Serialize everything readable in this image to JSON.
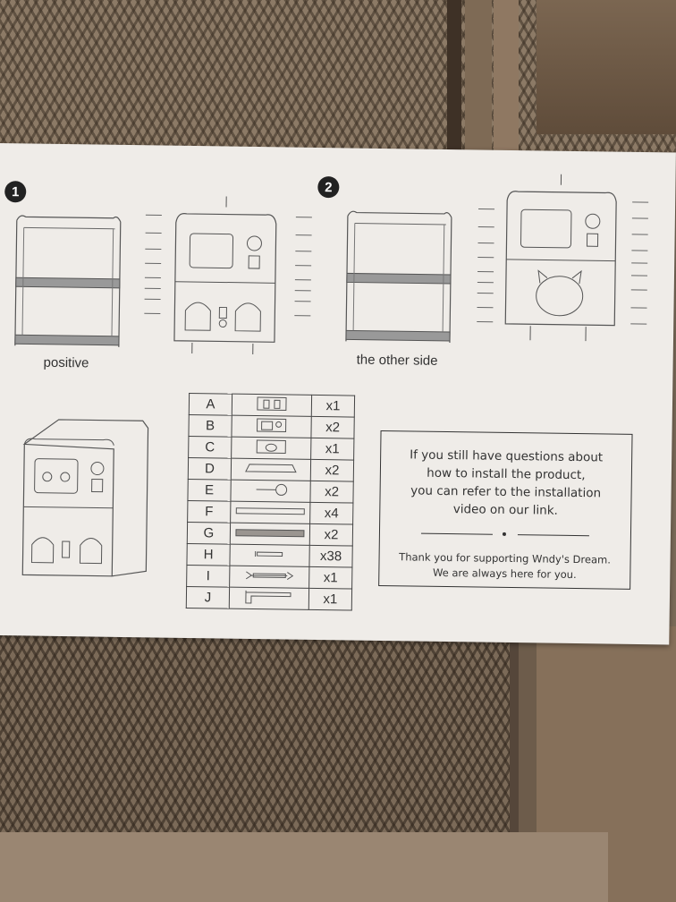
{
  "steps": [
    {
      "number": "1",
      "caption": "positive"
    },
    {
      "number": "2",
      "caption": "the other side"
    }
  ],
  "parts": [
    {
      "letter": "A",
      "icon": "panel-a-icon",
      "qty": "x1"
    },
    {
      "letter": "B",
      "icon": "panel-b-icon",
      "qty": "x2"
    },
    {
      "letter": "C",
      "icon": "panel-c-icon",
      "qty": "x1"
    },
    {
      "letter": "D",
      "icon": "top-rail-icon",
      "qty": "x2"
    },
    {
      "letter": "E",
      "icon": "knob-peg-icon",
      "qty": "x2"
    },
    {
      "letter": "F",
      "icon": "long-board-icon",
      "qty": "x4"
    },
    {
      "letter": "G",
      "icon": "shelf-board-icon",
      "qty": "x2"
    },
    {
      "letter": "H",
      "icon": "screw-icon",
      "qty": "x38"
    },
    {
      "letter": "I",
      "icon": "wrench-icon",
      "qty": "x1"
    },
    {
      "letter": "J",
      "icon": "allen-key-icon",
      "qty": "x1"
    }
  ],
  "info": {
    "question_lines": [
      "If you still have questions about",
      "how to install the product,",
      "you can refer to the installation",
      "video on our link."
    ],
    "thanks_lines": [
      "Thank you for supporting Wndy's Dream.",
      "We are always here for you."
    ]
  }
}
